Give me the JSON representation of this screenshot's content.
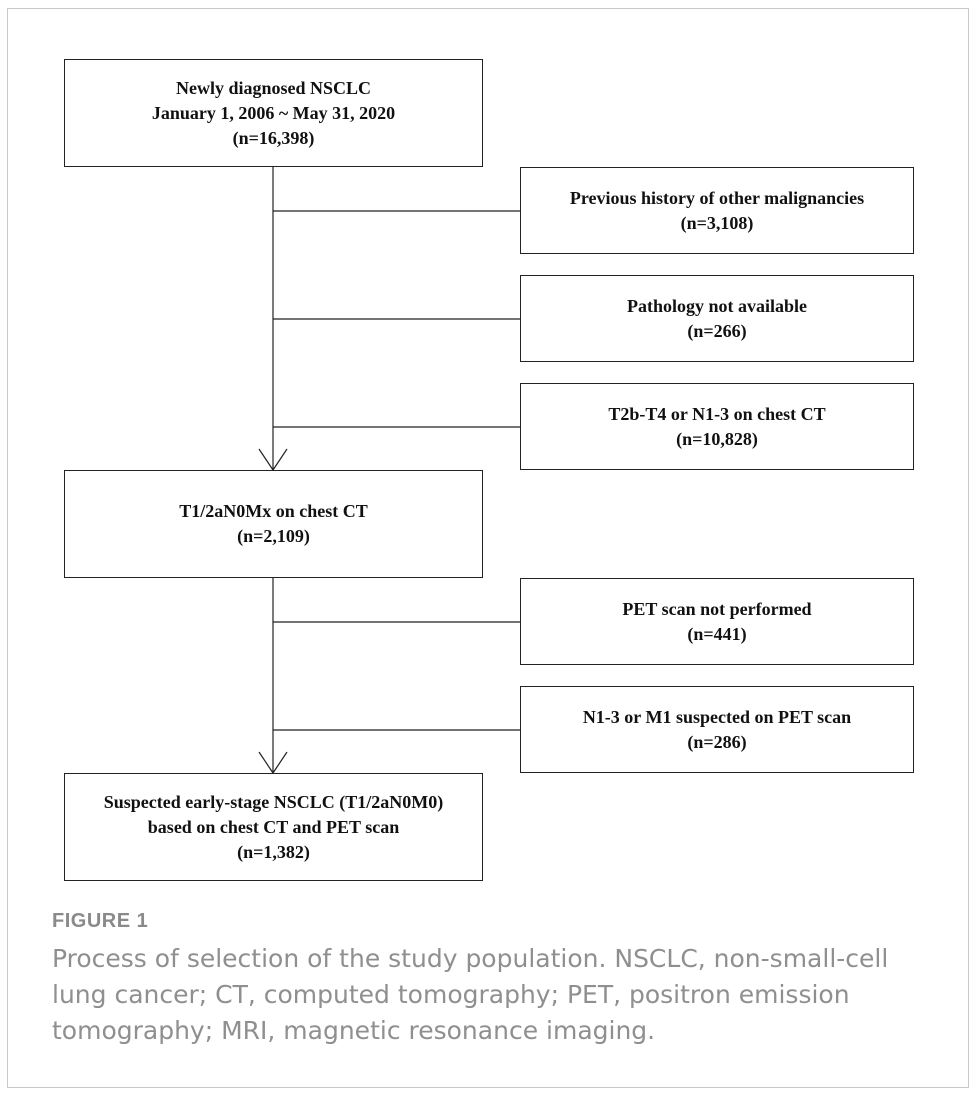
{
  "flowchart": {
    "start": {
      "line1": "Newly diagnosed NSCLC",
      "line2": "January 1, 2006 ~ May 31, 2020",
      "line3": "(n=16,398)"
    },
    "exclusion1": {
      "line1": "Previous history of other malignancies",
      "line2": "(n=3,108)"
    },
    "exclusion2": {
      "line1": "Pathology not available",
      "line2": "(n=266)"
    },
    "exclusion3": {
      "line1": "T2b-T4 or N1-3 on chest CT",
      "line2": "(n=10,828)"
    },
    "middle": {
      "line1": "T1/2aN0Mx on chest CT",
      "line2": "(n=2,109)"
    },
    "exclusion4": {
      "line1": "PET scan not performed",
      "line2": "(n=441)"
    },
    "exclusion5": {
      "line1": "N1-3 or M1 suspected on PET scan",
      "line2": "(n=286)"
    },
    "final": {
      "line1": "Suspected early-stage NSCLC (T1/2aN0M0)",
      "line2": "based on chest CT and PET scan",
      "line3": "(n=1,382)"
    }
  },
  "figure": {
    "label": "FIGURE 1",
    "caption": "Process of selection of the study population. NSCLC, non-small-cell lung cancer; CT, computed tomography; PET, positron emission tomography; MRI, magnetic resonance imaging."
  },
  "colors": {
    "line": "#222222",
    "caption": "#8f8f8f",
    "label": "#8a8a8a",
    "frame": "#c8c8c8"
  }
}
